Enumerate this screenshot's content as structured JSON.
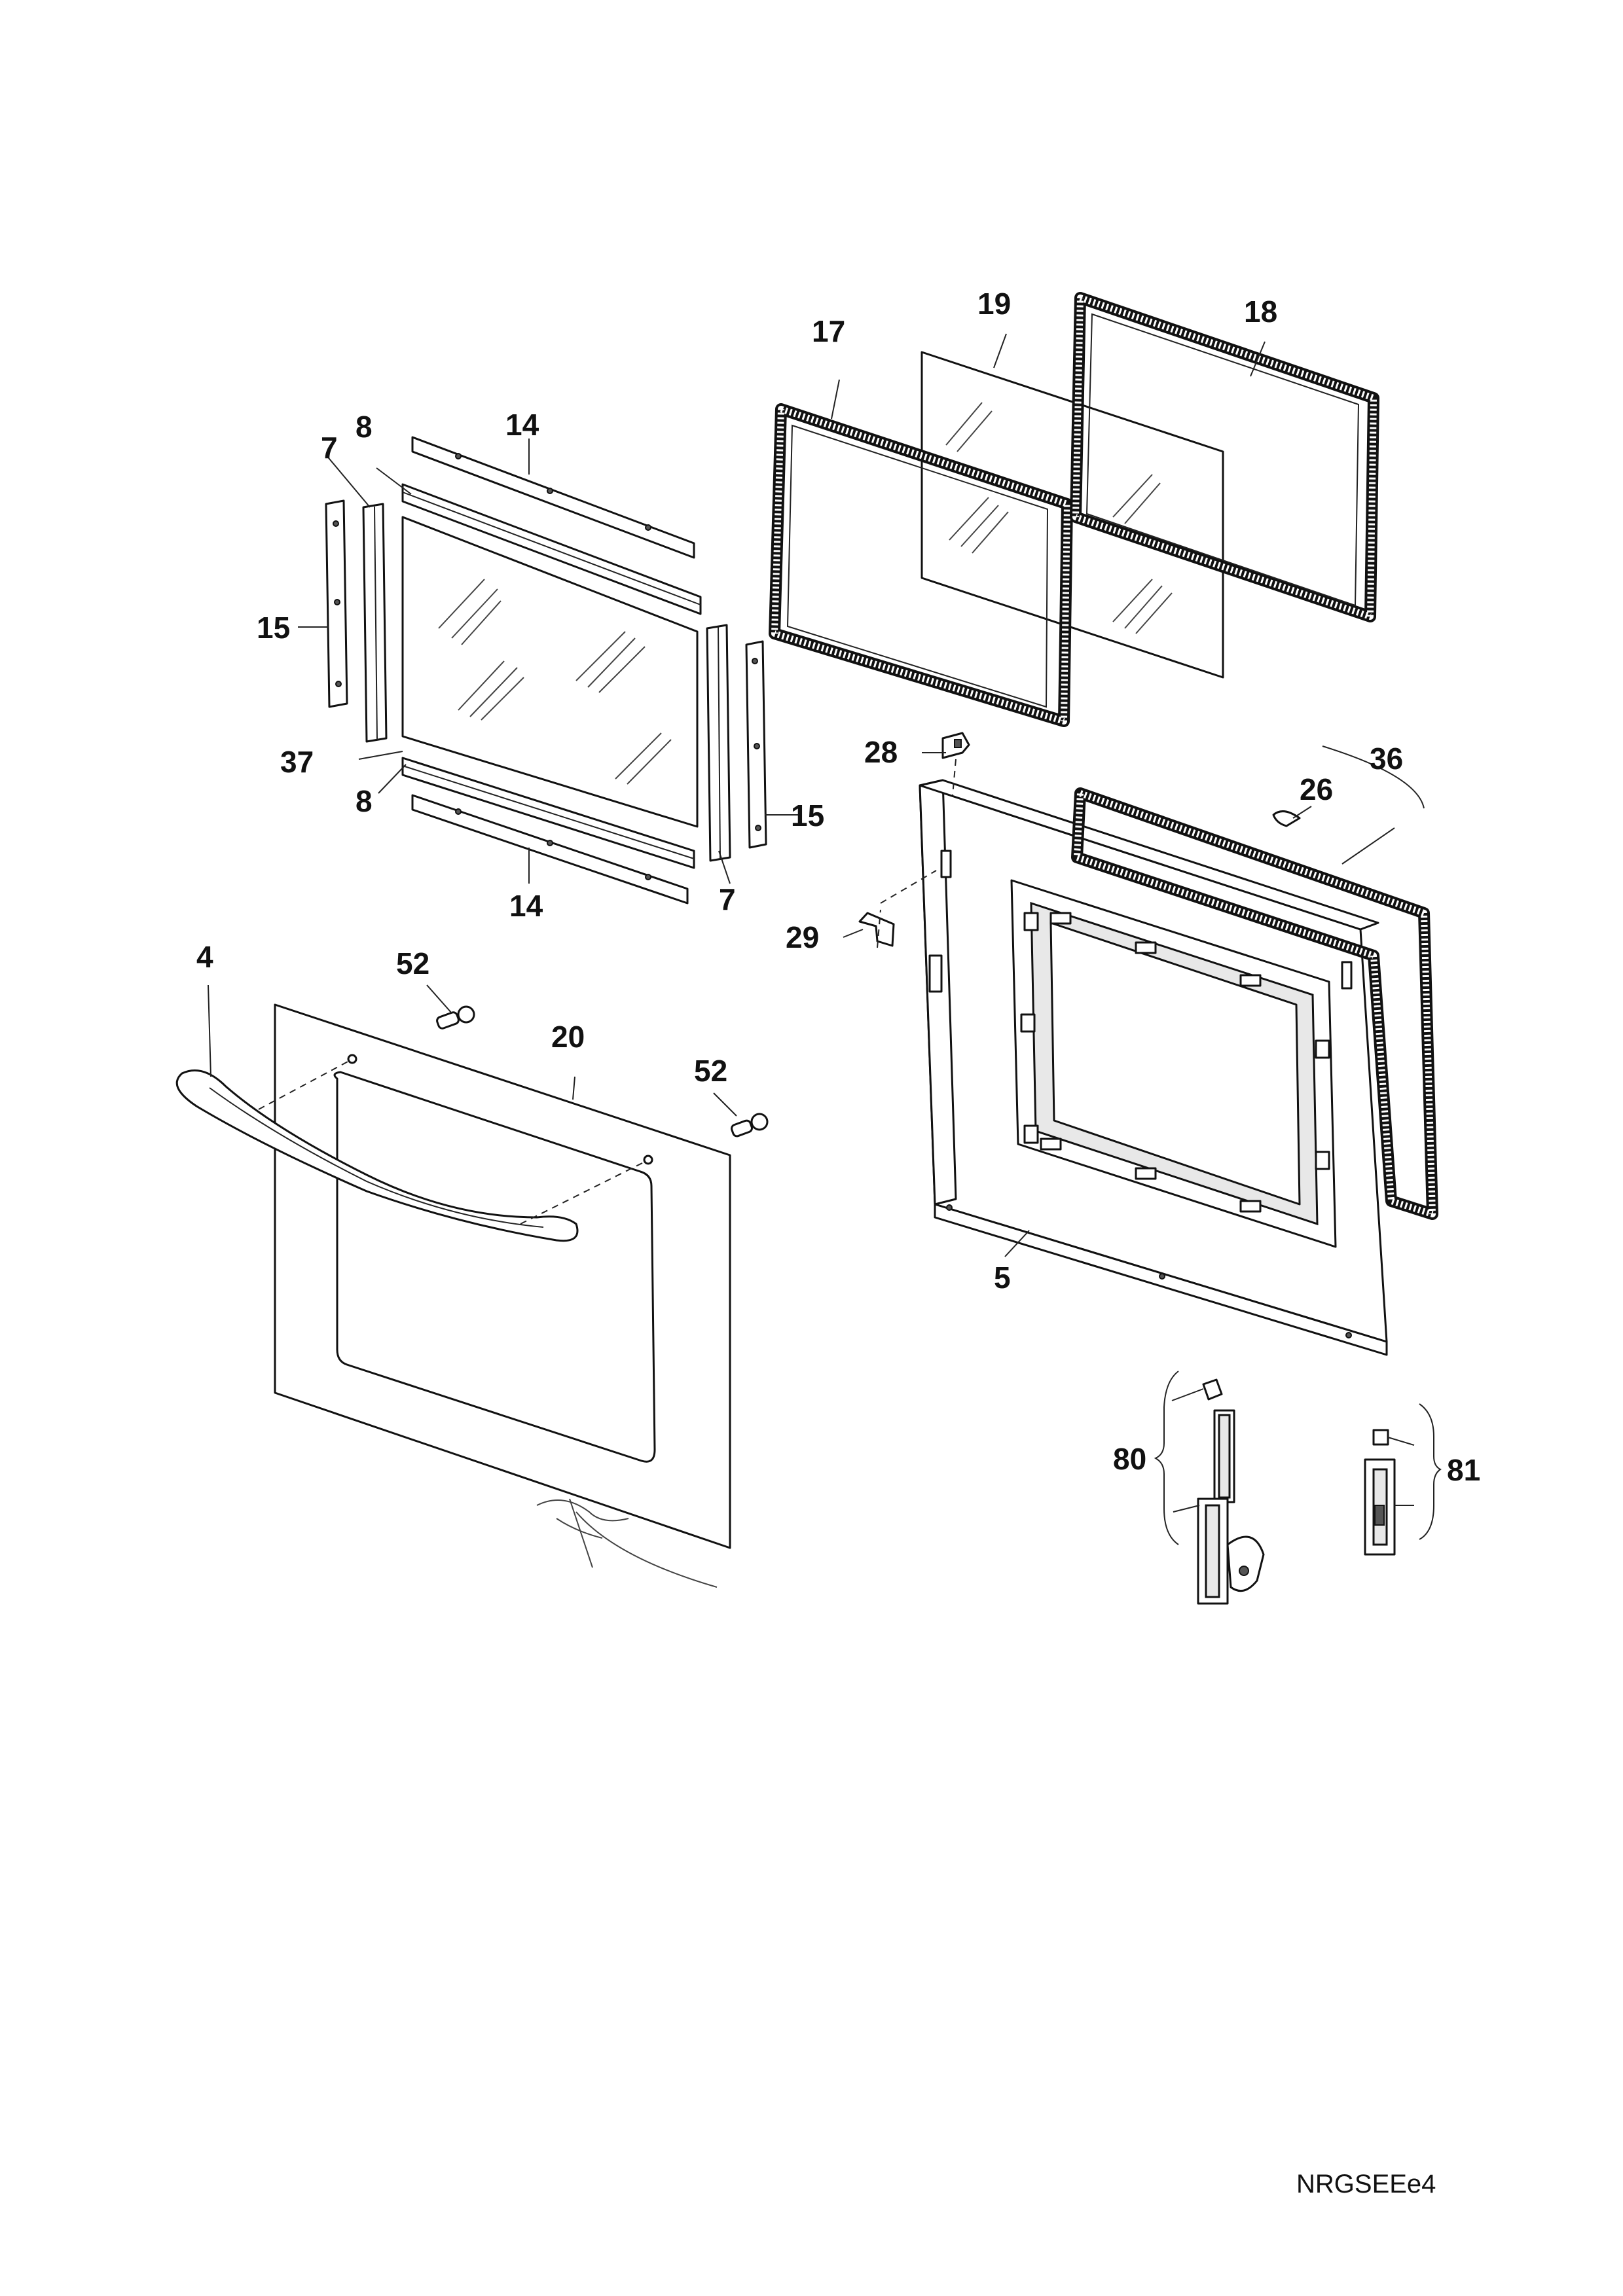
{
  "diagram": {
    "labels": {
      "p4": "4",
      "p5": "5",
      "p7a": "7",
      "p7b": "7",
      "p8a": "8",
      "p8b": "8",
      "p14a": "14",
      "p14b": "14",
      "p15a": "15",
      "p15b": "15",
      "p17": "17",
      "p18": "18",
      "p19": "19",
      "p20": "20",
      "p26": "26",
      "p28": "28",
      "p29": "29",
      "p36": "36",
      "p37": "37",
      "p52a": "52",
      "p52b": "52",
      "p80": "80",
      "p81": "81"
    },
    "reference_code": "NRGSEEe4"
  }
}
